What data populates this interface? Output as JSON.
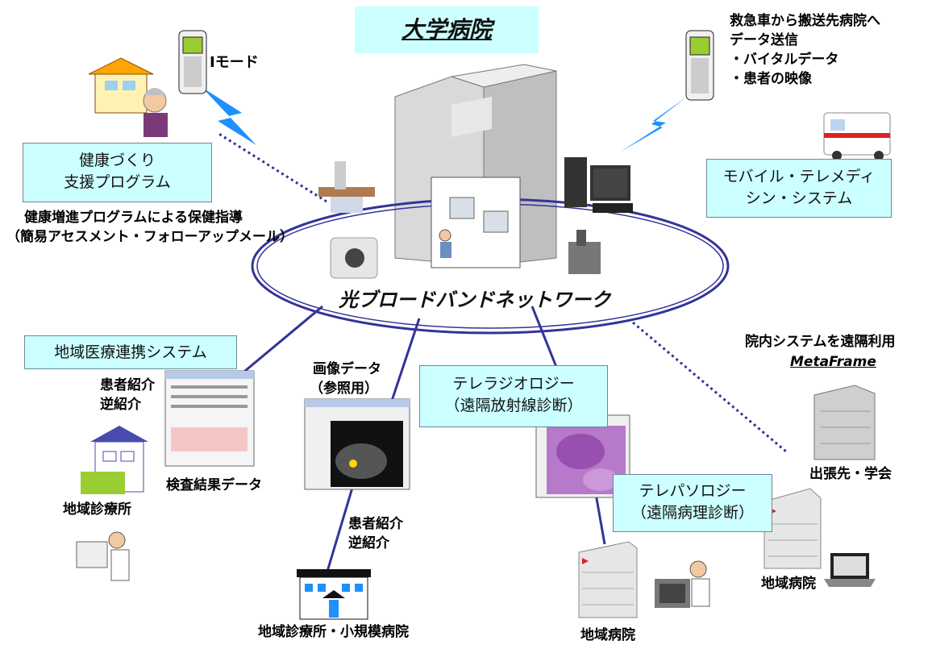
{
  "hub": {
    "title": "大学病院",
    "network_label": "光ブロードバンドネットワーク"
  },
  "health_program": {
    "title_line1": "健康づくり",
    "title_line2": "支援プログラム",
    "desc_line1": "健康増進プログラムによる保健指導",
    "desc_line2": "（簡易アセスメント・フォローアップメール）",
    "imode_label": "Iモード"
  },
  "mobile": {
    "note_line1": "救急車から搬送先病院へ",
    "note_line2": "データ送信",
    "note_line3": "・バイタルデータ",
    "note_line4": "・患者の映像",
    "title_line1": "モバイル・テレメディ",
    "title_line2": "シン・システム"
  },
  "regional": {
    "title": "地域医療連携システム",
    "referral_line1": "患者紹介",
    "referral_line2": "逆紹介",
    "test_results": "検査結果データ",
    "clinic": "地域診療所"
  },
  "image_data": {
    "title_line1": "画像データ",
    "title_line2": "（参照用）",
    "referral_line1": "患者紹介",
    "referral_line2": "逆紹介",
    "facility": "地域診療所・小規模病院"
  },
  "teleradiology": {
    "title_line1": "テレラジオロジー",
    "title_line2": "（遠隔放射線診断）"
  },
  "telepathology": {
    "title_line1": "テレパソロジー",
    "title_line2": "（遠隔病理診断）"
  },
  "remote": {
    "title": "院内システムを遠隔利用",
    "product": "MetaFrame",
    "site": "出張先・学会",
    "hospital_right": "地域病院",
    "hospital_bottom": "地域病院"
  },
  "colors": {
    "box_fill": "#ccffff",
    "title_fill": "#ccffff",
    "link_line": "#333399",
    "lightning": "#1e90ff"
  }
}
